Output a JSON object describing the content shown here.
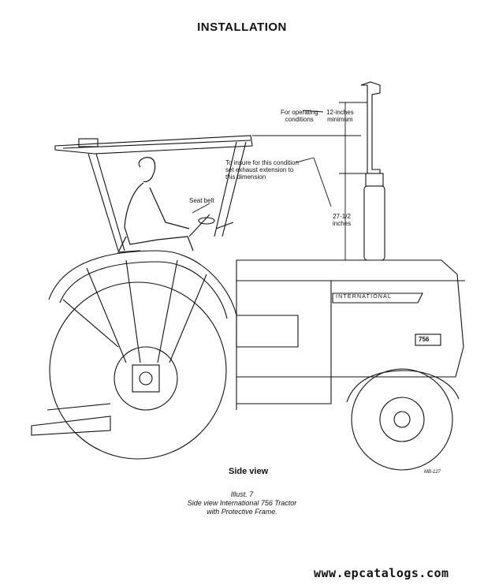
{
  "page": {
    "title": "INSTALLATION"
  },
  "callouts": {
    "operating_conditions": "For operating\nconditions",
    "twelve_inches": "12-inches\nminimum",
    "insure_condition": "To insure for this condition\nset exhaust extension to\nthis dimension",
    "seat_belt": "Seat belt",
    "twenty_seven_inches": "27-1/2\ninches"
  },
  "hood_badge": {
    "brand": "INTERNATIONAL",
    "model": "756"
  },
  "figure": {
    "view_label": "Side view",
    "code": "MB-127",
    "caption_line1": "Illust. 7",
    "caption_line2": "Side view International 756 Tractor",
    "caption_line3": "with Protective Frame."
  },
  "watermark": {
    "text": "www.epcatalogs.com"
  }
}
